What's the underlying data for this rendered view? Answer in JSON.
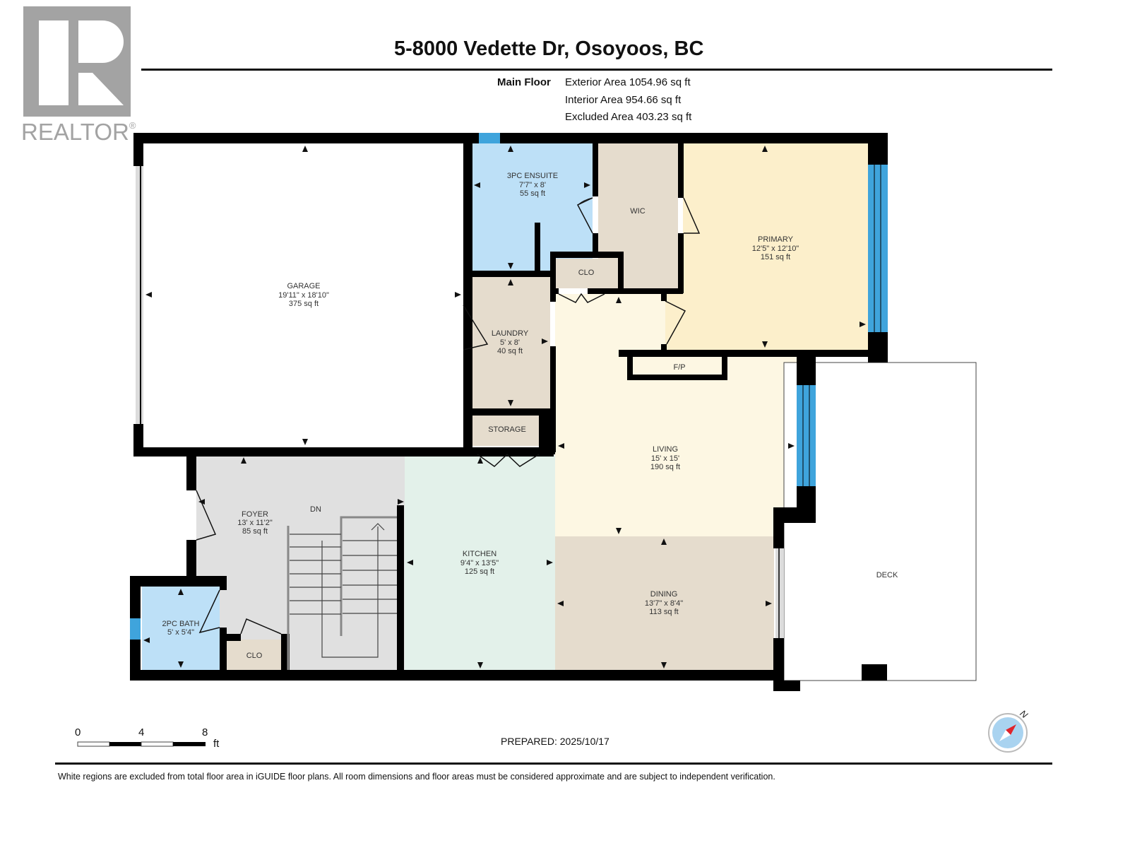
{
  "branding": {
    "logo_icon": "realtor-r-logo-icon",
    "logo_text": "REALTOR",
    "registered_mark": "®"
  },
  "header": {
    "title": "5-8000 Vedette Dr, Osoyoos, BC",
    "floor_label": "Main Floor",
    "areas": [
      "Exterior Area 1054.96 sq ft",
      "Interior Area 954.66 sq ft",
      "Excluded Area 403.23 sq ft"
    ]
  },
  "colors": {
    "wall": "#000000",
    "window": "#3fa4dc",
    "garage": "#ffffff",
    "ensuite": "#bde0f7",
    "bath": "#bde0f7",
    "wic": "#e5dccd",
    "clo": "#e5dccd",
    "laundry": "#e5dccd",
    "storage": "#e5dccd",
    "primary": "#fcefcb",
    "living": "#fdf7e3",
    "kitchen": "#e3f1ea",
    "dining": "#e5dccd",
    "foyer": "#e0e0e0",
    "deck": "#ffffff",
    "compass_red": "#e0232b",
    "compass_blue": "#a9d3f0"
  },
  "rooms": {
    "garage": {
      "name": "GARAGE",
      "dims": "19'11\" x 18'10\"",
      "area": "375 sq ft"
    },
    "ensuite": {
      "name": "3PC ENSUITE",
      "dims": "7'7\" x 8'",
      "area": "55 sq ft"
    },
    "wic": {
      "name": "WIC"
    },
    "clo_upper": {
      "name": "CLO"
    },
    "primary": {
      "name": "PRIMARY",
      "dims": "12'5\" x 12'10\"",
      "area": "151 sq ft"
    },
    "laundry": {
      "name": "LAUNDRY",
      "dims": "5' x 8'",
      "area": "40 sq ft"
    },
    "fireplace": {
      "name": "F/P"
    },
    "storage": {
      "name": "STORAGE"
    },
    "living": {
      "name": "LIVING",
      "dims": "15' x 15'",
      "area": "190 sq ft"
    },
    "foyer": {
      "name": "FOYER",
      "dims": "13' x 11'2\"",
      "area": "85 sq ft"
    },
    "stairs": {
      "name": "DN"
    },
    "kitchen": {
      "name": "KITCHEN",
      "dims": "9'4\" x 13'5\"",
      "area": "125 sq ft"
    },
    "dining": {
      "name": "DINING",
      "dims": "13'7\" x 8'4\"",
      "area": "113 sq ft"
    },
    "bath": {
      "name": "2PC BATH",
      "dims": "5' x 5'4\""
    },
    "clo_lower": {
      "name": "CLO"
    },
    "deck": {
      "name": "DECK"
    }
  },
  "scale_bar": {
    "ticks": [
      "0",
      "4",
      "8"
    ],
    "unit": "ft"
  },
  "footer": {
    "prepared": "PREPARED: 2025/10/17",
    "compass_label": "N",
    "disclaimer": "White regions are excluded from total floor area in iGUIDE floor plans. All room dimensions and floor areas must be considered approximate and are subject to independent verification."
  }
}
